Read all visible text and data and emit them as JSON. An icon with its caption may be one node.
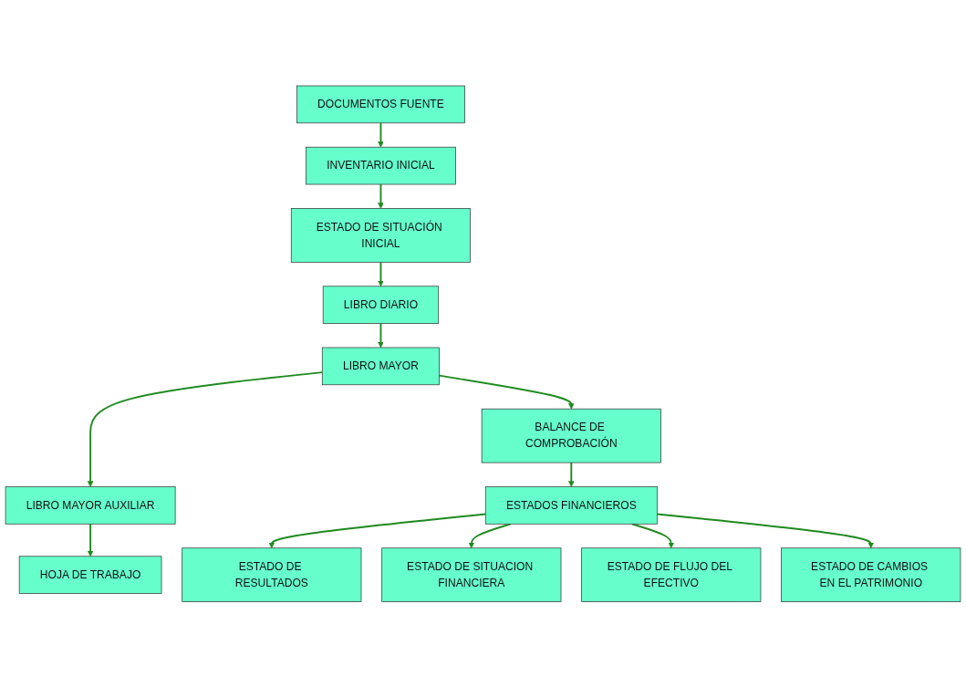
{
  "diagram": {
    "nodes": [
      {
        "text": [
          "DOCUMENTOS FUENTE"
        ]
      },
      {
        "text": [
          "INVENTARIO INICIAL"
        ]
      },
      {
        "text": [
          "ESTADO DE SITUACIÓN INICIAL"
        ]
      },
      {
        "text": [
          "LIBRO DIARIO"
        ]
      },
      {
        "text": [
          "LIBRO MAYOR"
        ]
      },
      {
        "text": [
          "LIBRO MAYOR AUXILIAR"
        ]
      },
      {
        "text": [
          "BALANCE DE COMPROBACIÓN"
        ]
      },
      {
        "text": [
          "HOJA DE TRABAJO"
        ]
      },
      {
        "text": [
          "ESTADOS FINANCIEROS"
        ]
      },
      {
        "text": [
          "ESTADO DE RESULTADOS"
        ]
      },
      {
        "text": [
          "ESTADO DE SITUACION FINANCIERA"
        ]
      },
      {
        "text": [
          "ESTADO DE FLUJO DEL EFECTIVO"
        ]
      },
      {
        "text": [
          "ESTADO DE CAMBIOS EN EL PATRIMONIO"
        ]
      }
    ],
    "edges": [
      {
        "from": 0,
        "to": 1,
        "arrow": "to"
      },
      {
        "from": 1,
        "to": 2,
        "arrow": "to"
      },
      {
        "from": 2,
        "to": 3,
        "arrow": "to"
      },
      {
        "from": 3,
        "to": 4,
        "arrow": "to"
      },
      {
        "from": 4,
        "to": 5,
        "arrow": "to"
      },
      {
        "from": 4,
        "to": 6,
        "arrow": "to"
      },
      {
        "from": 5,
        "to": 7,
        "arrow": "to"
      },
      {
        "from": 6,
        "to": 8,
        "arrow": "to"
      },
      {
        "from": 8,
        "to": 9,
        "arrow": "to"
      },
      {
        "from": 8,
        "to": 10,
        "arrow": "to"
      },
      {
        "from": 8,
        "to": 11,
        "arrow": "to"
      },
      {
        "from": 8,
        "to": 12,
        "arrow": "to"
      }
    ]
  }
}
